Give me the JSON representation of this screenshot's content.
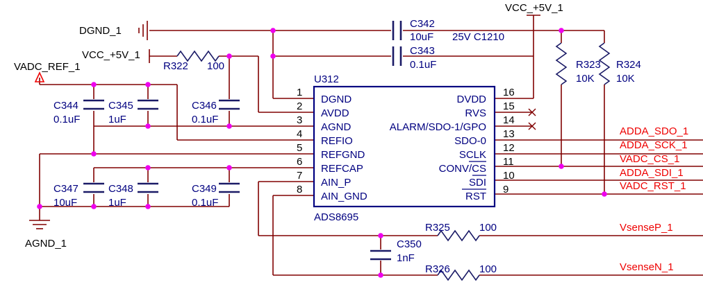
{
  "nets": {
    "dgnd": "DGND_1",
    "vcc_top": "VCC_+5V_1",
    "vcc_left": "VCC_+5V_1",
    "vadc_ref": "VADC_REF_1",
    "agnd": "AGND_1"
  },
  "ic": {
    "ref": "U312",
    "part": "ADS8695",
    "left_pins": [
      {
        "num": "1",
        "name": "DGND"
      },
      {
        "num": "2",
        "name": "AVDD"
      },
      {
        "num": "3",
        "name": "AGND"
      },
      {
        "num": "4",
        "name": "REFIO"
      },
      {
        "num": "5",
        "name": "REFGND"
      },
      {
        "num": "6",
        "name": "REFCAP"
      },
      {
        "num": "7",
        "name": "AIN_P"
      },
      {
        "num": "8",
        "name": "AIN_GND"
      }
    ],
    "right_pins": [
      {
        "num": "16",
        "name": "DVDD"
      },
      {
        "num": "15",
        "name": "RVS"
      },
      {
        "num": "14",
        "name": "ALARM/SDO-1/GPO"
      },
      {
        "num": "13",
        "name": "SDO-0"
      },
      {
        "num": "12",
        "name": "SCLK"
      },
      {
        "num": "11",
        "name": "CONV/CS"
      },
      {
        "num": "10",
        "name": "SDI"
      },
      {
        "num": "9",
        "name": "RST"
      }
    ]
  },
  "caps": {
    "c342": {
      "ref": "C342",
      "value": "10uF",
      "extra": "25V  C1210"
    },
    "c343": {
      "ref": "C343",
      "value": "0.1uF"
    },
    "c344": {
      "ref": "C344",
      "value": "0.1uF"
    },
    "c345": {
      "ref": "C345",
      "value": "1uF"
    },
    "c346": {
      "ref": "C346",
      "value": "0.1uF"
    },
    "c347": {
      "ref": "C347",
      "value": "10uF"
    },
    "c348": {
      "ref": "C348",
      "value": "1uF"
    },
    "c349": {
      "ref": "C349",
      "value": "0.1uF"
    },
    "c350": {
      "ref": "C350",
      "value": "1nF"
    }
  },
  "resistors": {
    "r322": {
      "ref": "R322",
      "value": "100"
    },
    "r323": {
      "ref": "R323",
      "value": "10K"
    },
    "r324": {
      "ref": "R324",
      "value": "10K"
    },
    "r325": {
      "ref": "R325",
      "value": "100"
    },
    "r326": {
      "ref": "R326",
      "value": "100"
    }
  },
  "outputs": {
    "sdo": "ADDA_SDO_1",
    "sck": "ADDA_SCK_1",
    "cs": "VADC_CS_1",
    "sdi": "ADDA_SDI_1",
    "rst": "VADC_RST_1",
    "vsense_p": "VsenseP_1",
    "vsense_n": "VsenseN_1"
  },
  "colors": {
    "wire": "#800000",
    "component": "#1a1a66",
    "ic_outline": "#000080",
    "junction": "#ee00ee",
    "net_label": "#ee0000"
  }
}
